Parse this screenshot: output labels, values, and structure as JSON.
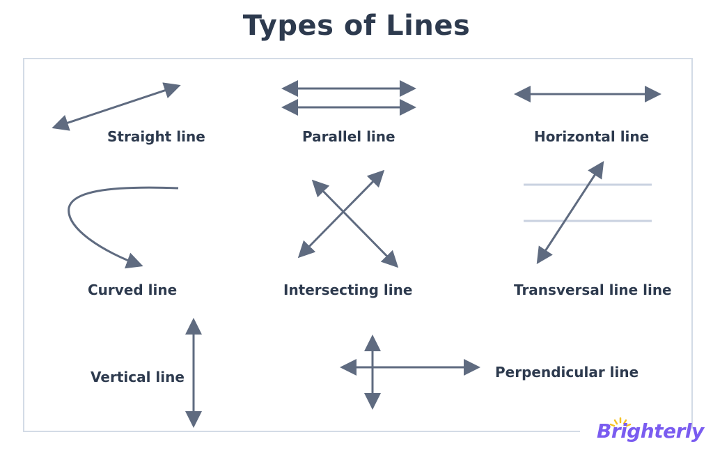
{
  "title": "Types of Lines",
  "colors": {
    "line": "#5f6b80",
    "guide": "#c9d2e0",
    "text": "#2d3a4e",
    "frame": "#d3dbe6",
    "logo": "#7a5cf0",
    "logo_sun": "#f5c125"
  },
  "labels": {
    "straight": "Straight line",
    "parallel": "Parallel line",
    "horizontal": "Horizontal line",
    "curved": "Curved line",
    "intersecting": "Intersecting line",
    "transversal": "Transversal line line",
    "vertical": "Vertical line",
    "perpendicular": "Perpendicular line"
  },
  "logo": {
    "text": "Brighterly"
  }
}
